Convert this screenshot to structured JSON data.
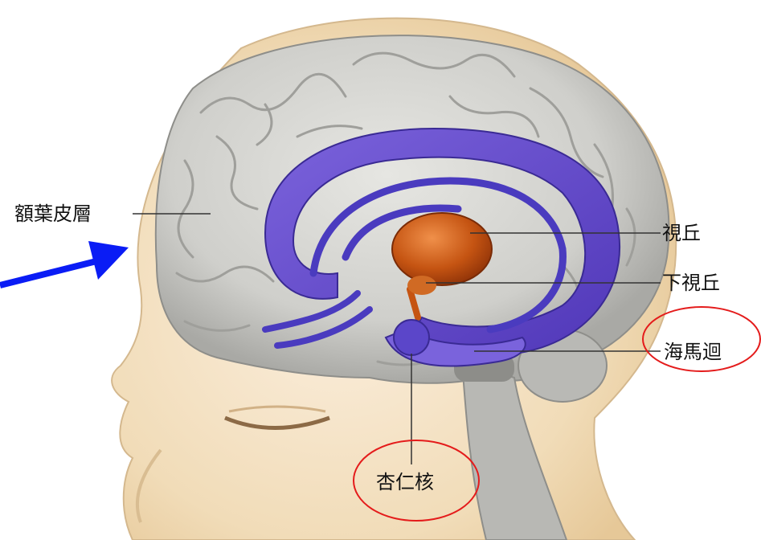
{
  "labels": {
    "prefrontal_cortex": "額葉皮層",
    "thalamus": "視丘",
    "hypothalamus": "下視丘",
    "hippocampus": "海馬迴",
    "amygdala": "杏仁核"
  },
  "colors": {
    "background": "#ffffff",
    "skin": "#f1dcb8",
    "brain": "#cfcfcb",
    "limbic_purple": "#6a4fd0",
    "thalamus_orange": "#c55412",
    "arrow_blue": "#0a1cf5",
    "highlight_circle": "#e41b1b",
    "leader_line": "#333333"
  },
  "highlighted": [
    "hippocampus",
    "amygdala"
  ],
  "arrow_target": "prefrontal_cortex"
}
